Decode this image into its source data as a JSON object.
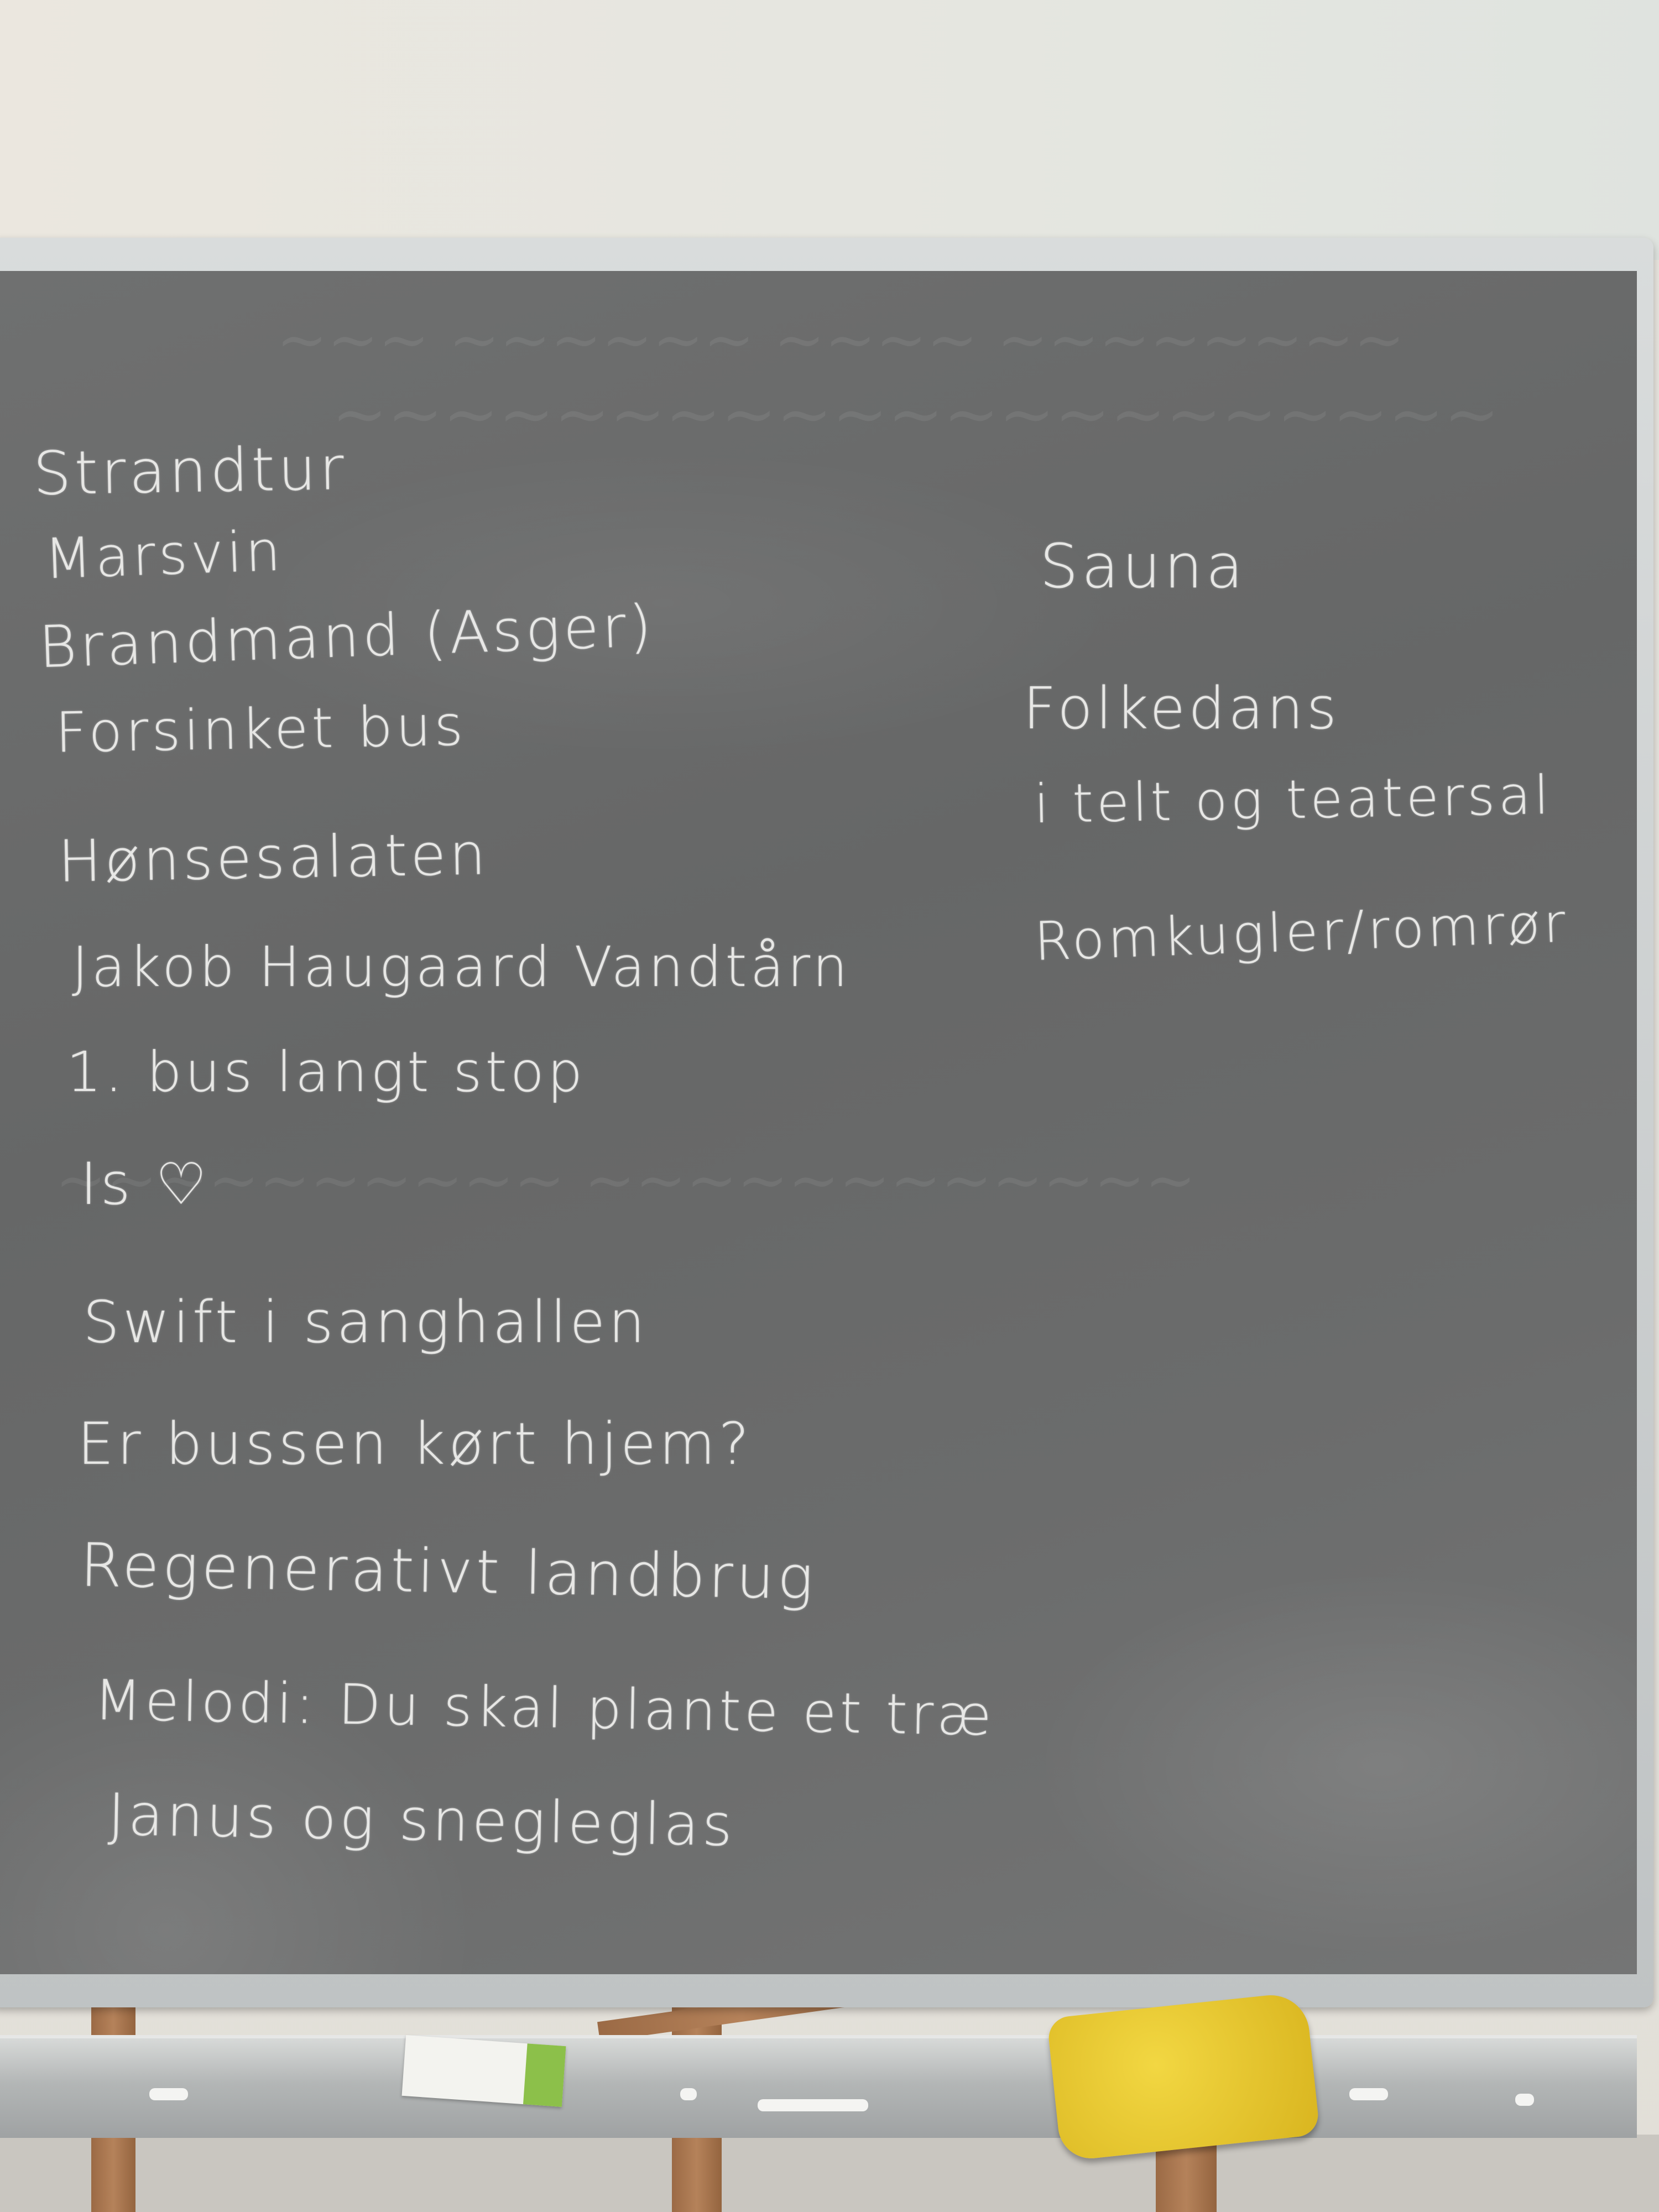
{
  "board_left": [
    "Strandtur",
    "Marsvin",
    "Brandmand (Asger)",
    "Forsinket bus",
    "Hønsesalaten",
    "Jakob Haugaard Vandtårn",
    "1. bus langt stop",
    "Is ♡",
    "Swift i sanghallen",
    "Er bussen kørt hjem?",
    "Regenerativt landbrug",
    "Melodi: Du skal plante et træ",
    "Janus og snegleglas"
  ],
  "board_right": [
    "Sauna",
    "Folkedans",
    "i telt og teatersal",
    "Romkugler/romrør"
  ],
  "colors": {
    "chalk": "#f1f1ef",
    "board": "#6b6c6c",
    "sponge": "#e6c62e"
  }
}
